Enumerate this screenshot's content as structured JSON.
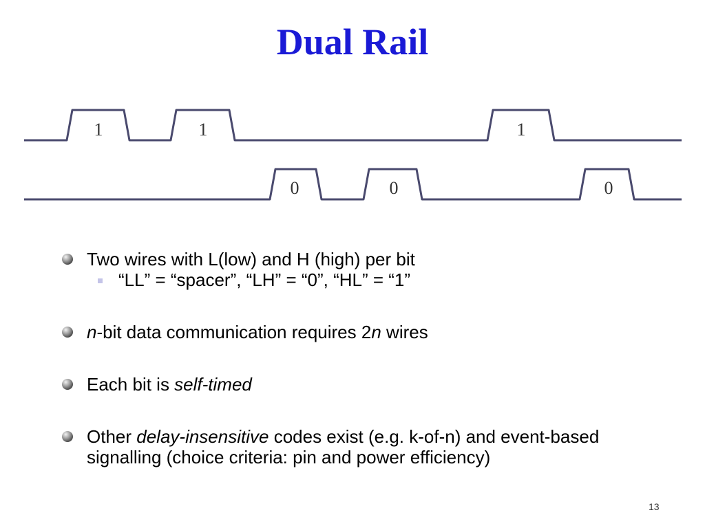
{
  "slide": {
    "title": "Dual Rail",
    "page_number": "13"
  },
  "diagram": {
    "top_rail_labels": [
      "1",
      "1",
      "1"
    ],
    "bottom_rail_labels": [
      "0",
      "0",
      "0"
    ],
    "line_color": "#4a4a6e"
  },
  "bullets": [
    {
      "text": "Two wires with L(low) and H (high) per bit",
      "sub": "“LL” = “spacer”,  “LH” = “0”,  “HL” = “1”"
    },
    {
      "italic_n": "n",
      "mid": "-bit data communication requires 2",
      "italic_n2": "n",
      "end": " wires"
    },
    {
      "pre": "Each bit is ",
      "italic": "self-timed"
    },
    {
      "pre": "Other ",
      "italic": "delay-insensitive",
      "post": " codes exist (e.g. k-of-n) and event-based signalling (choice criteria: pin and power efficiency)"
    }
  ]
}
